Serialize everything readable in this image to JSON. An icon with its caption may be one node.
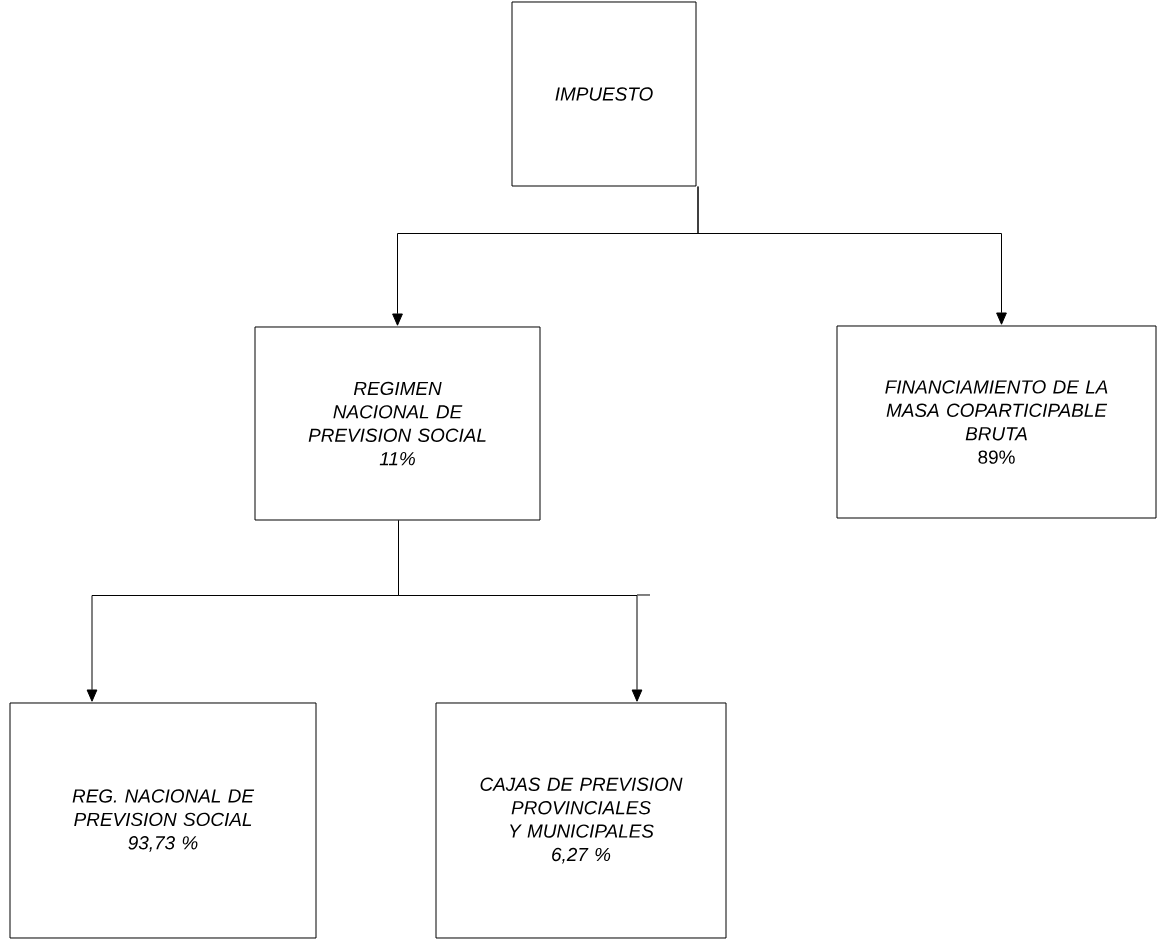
{
  "diagram": {
    "nodes": [
      {
        "text": [
          "IMPUESTO"
        ]
      },
      {
        "text": [
          "REGIMEN NACIONAL DE PREVISION SOCIAL",
          "11%"
        ]
      },
      {
        "text": [
          "FINANCIAMIENTO  DE LA MASA COPARTICIPABLE BRUTA",
          "89%"
        ]
      },
      {
        "text": [
          "REG. NACIONAL DE PREVISION SOCIAL",
          "93,73 %"
        ]
      },
      {
        "text": [
          "CAJAS DE PREVISION PROVINCIALES Y MUNICIPALES",
          "6,27 %"
        ]
      }
    ],
    "edges": [
      {
        "from": 0,
        "to": 1,
        "arrow": "to"
      },
      {
        "from": 0,
        "to": 2,
        "arrow": "to"
      },
      {
        "from": 1,
        "to": 3,
        "arrow": "to"
      },
      {
        "from": 1,
        "to": 4,
        "arrow": "to"
      }
    ]
  }
}
